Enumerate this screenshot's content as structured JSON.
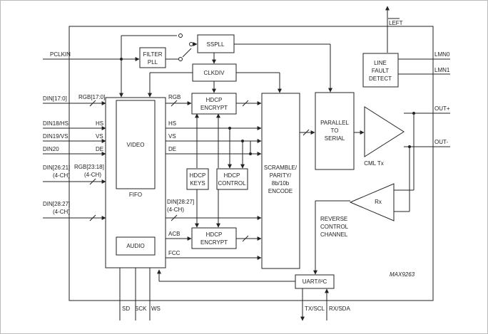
{
  "chip": {
    "name": "MAX9263"
  },
  "inputs": {
    "pclkin": "PCLKIN",
    "din_17_0": "DIN[17:0]",
    "din18_hs": "DIN18/HS",
    "din19_vs": "DIN19/VS",
    "din20": "DIN20",
    "din_26_21": "DIN[26:21]",
    "din_26_21_sub": "(4-CH)",
    "din_28_27": "DIN[28:27]",
    "din_28_27_sub": "(4-CH)"
  },
  "bus_labels": {
    "rgb_17_0": "RGB[17:0]",
    "hs": "HS",
    "vs": "VS",
    "de": "DE",
    "rgb_23_18": "RGB[23:18]",
    "rgb_23_18_sub": "(4-CH)",
    "rgb_out": "RGB",
    "hs_out": "HS",
    "vs_out": "VS",
    "de_out": "DE",
    "din_28_27_int": "DIN[28:27]",
    "din_28_27_int_sub": "(4-CH)",
    "acb": "ACB",
    "fcc": "FCC"
  },
  "blocks": {
    "filter_pll": [
      "FILTER",
      "PLL"
    ],
    "sspll": "SSPLL",
    "clkdiv": "CLKDIV",
    "hdcp_encrypt_top": [
      "HDCP",
      "ENCRYPT"
    ],
    "hdcp_encrypt_bottom": [
      "HDCP",
      "ENCRYPT"
    ],
    "hdcp_keys": [
      "HDCP",
      "KEYS"
    ],
    "hdcp_control": [
      "HDCP",
      "CONTROL"
    ],
    "video": "VIDEO",
    "fifo": "FIFO",
    "audio": "AUDIO",
    "scramble": [
      "SCRAMBLE/",
      "PARITY/",
      "8b/10b",
      "ENCODE"
    ],
    "parallel_to_serial": [
      "PARALLEL",
      "TO",
      "SERIAL"
    ],
    "line_fault": [
      "LINE",
      "FAULT",
      "DETECT"
    ],
    "cml_tx": "CML Tx",
    "rx": "Rx",
    "reverse_channel": [
      "REVERSE",
      "CONTROL",
      "CHANNEL"
    ],
    "uart": "UART/I²C"
  },
  "outputs": {
    "left": "LEFT",
    "lmn0": "LMN0",
    "lmn1": "LMN1",
    "out_plus": "OUT+",
    "out_minus": "OUT-",
    "tx_scl": "TX/SCL",
    "rx_sda": "RX/SDA",
    "sd": "SD",
    "sck": "SCK",
    "ws": "WS"
  }
}
